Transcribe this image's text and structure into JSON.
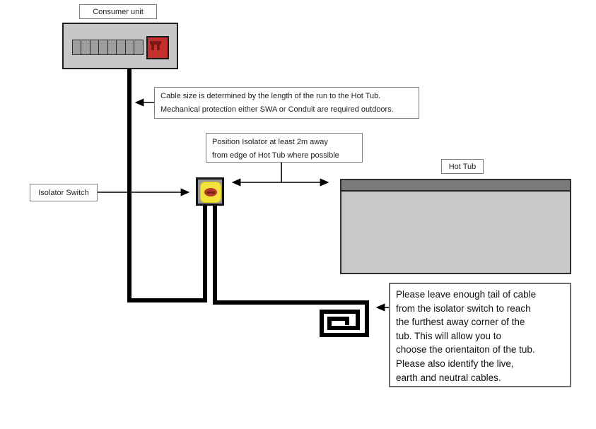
{
  "consumer_unit": {
    "label": "Consumer unit",
    "breaker_count": 8
  },
  "isolator": {
    "label": "Isolator Switch"
  },
  "hot_tub": {
    "label": "Hot Tub"
  },
  "notes": {
    "cable_size": {
      "lines": [
        "Cable size is determined by the length of the run to the Hot Tub.",
        "Mechanical protection either SWA or Conduit are required outdoors."
      ]
    },
    "position_isolator": {
      "lines": [
        "Position Isolator at least 2m away",
        "from edge of Hot Tub where possible"
      ]
    },
    "cable_tail": {
      "lines": [
        "Please leave enough tail of cable",
        "from the isolator switch to reach",
        "the furthest away corner of the",
        "tub. This will allow you to",
        "choose the orientaiton of the tub.",
        "Please also identify the live,",
        "earth and neutral cables."
      ]
    }
  },
  "colors": {
    "cable": "#000000",
    "consumer_unit_body": "#c7c7c7",
    "breaker": "#9e9e9e",
    "main_switch_red": "#c4302b",
    "isolator_body": "#969696",
    "isolator_button_yellow": "#f2e23b",
    "isolator_knob_red": "#b5392b",
    "hot_tub_lid": "#7a7a7a",
    "hot_tub_body": "#c9c9c9",
    "note_border": "#808080"
  }
}
